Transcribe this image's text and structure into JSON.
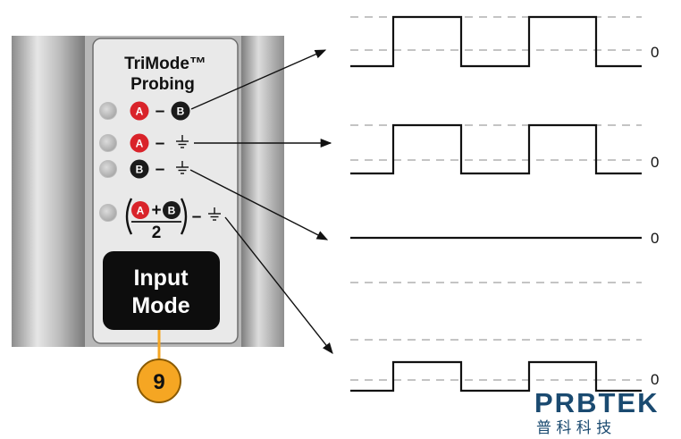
{
  "panel": {
    "title_line1": "TriMode™",
    "title_line2": "Probing",
    "led_color": "#bdbdbd",
    "rows": [
      {
        "name": "a-minus-b",
        "a": "A",
        "op": "–",
        "b": "B"
      },
      {
        "name": "a-minus-ground",
        "a": "A",
        "op": "–",
        "b": "ground"
      },
      {
        "name": "b-minus-ground",
        "a": "B",
        "op": "–",
        "b": "ground"
      },
      {
        "name": "common-mode",
        "a": "A",
        "plus": "+",
        "b": "B",
        "divisor": "2",
        "op": "–",
        "ref": "ground"
      }
    ],
    "button": {
      "line1": "Input",
      "line2": "Mode",
      "background": "#0d0d0d"
    },
    "callout": {
      "label": "9",
      "color": "#f5a623"
    }
  },
  "badges": {
    "a_color": "#d9232a",
    "b_color": "#1a1a1a"
  },
  "waveforms": [
    {
      "name": "a-minus-b",
      "kind": "square",
      "zero_label": "0"
    },
    {
      "name": "a-minus-ground",
      "kind": "square",
      "zero_label": "0"
    },
    {
      "name": "b-minus-ground",
      "kind": "flat",
      "zero_label": "0"
    },
    {
      "name": "common-mode",
      "kind": "square",
      "zero_label": "0"
    }
  ],
  "brand": {
    "name": "PRBTEK",
    "subtitle": "普 科 科 技",
    "color": "#1a4a70"
  }
}
